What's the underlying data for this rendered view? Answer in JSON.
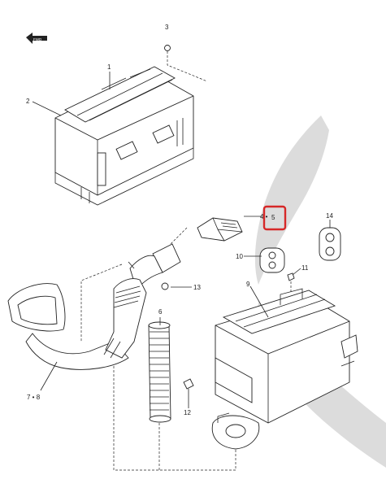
{
  "callouts": {
    "c1": "1",
    "c2": "2",
    "c3": "3",
    "c4_5": "4 •",
    "c5_boxed": "5",
    "c6": "6",
    "c7_8": "7 • 8",
    "c9": "9",
    "c10": "10",
    "c11": "11",
    "c12": "12",
    "c13": "13",
    "c14": "14"
  },
  "arrow_label": "FWD",
  "colors": {
    "highlight": "#d62828",
    "watermark": "#dcdcdc",
    "line": "#222222"
  }
}
